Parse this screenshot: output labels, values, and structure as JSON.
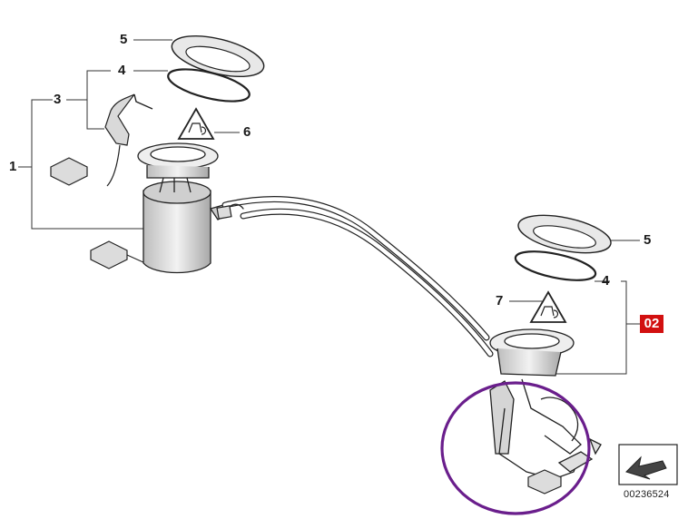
{
  "callouts": {
    "c1": "1",
    "c3": "3",
    "c4_top": "4",
    "c5_top": "5",
    "c6": "6",
    "c5_right": "5",
    "c4_right": "4",
    "c7": "7",
    "c02": "02"
  },
  "doc_number": "00236524",
  "colors": {
    "line": "#1a1a1a",
    "highlight_circle": "#6a1e8c",
    "badge": "#d21010",
    "grey_fill": "#d9d9d9"
  },
  "icons": [
    "fuel-warning-triangle-icon",
    "navigation-arrow-icon"
  ]
}
